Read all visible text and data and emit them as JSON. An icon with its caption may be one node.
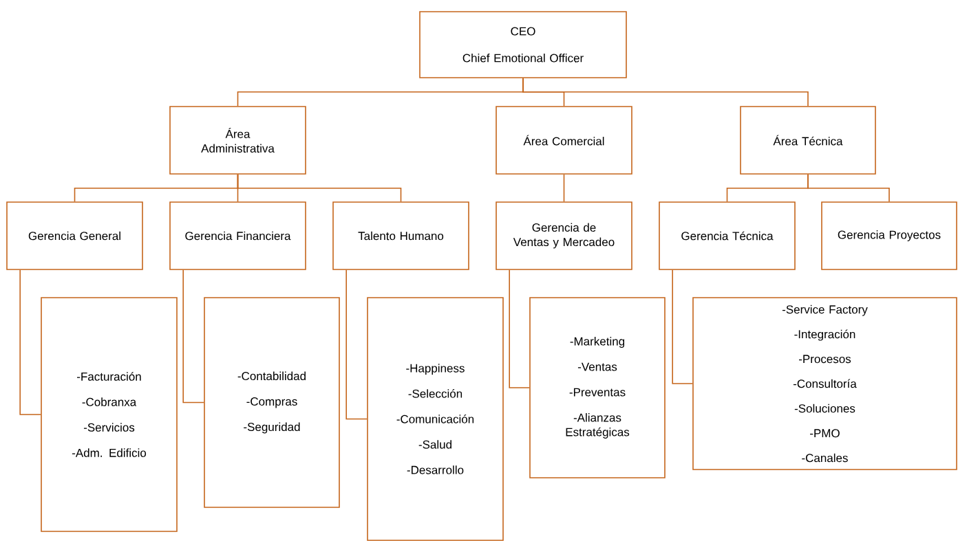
{
  "diagram": {
    "nodes": [
      {
        "text": [
          "CEO",
          "Chief Emotional Officer"
        ]
      },
      {
        "text": [
          "Área Administrativa"
        ]
      },
      {
        "text": [
          "Área Comercial"
        ]
      },
      {
        "text": [
          "Área Técnica"
        ]
      },
      {
        "text": [
          "Gerencia General"
        ]
      },
      {
        "text": [
          "Gerencia Financiera"
        ]
      },
      {
        "text": [
          "Talento Humano"
        ]
      },
      {
        "text": [
          "Gerencia de Ventas y Mercadeo"
        ]
      },
      {
        "text": [
          "Gerencia Técnica"
        ]
      },
      {
        "text": [
          "Gerencia Proyectos"
        ]
      },
      {
        "text": [
          "-Facturación",
          "-Cobranxa",
          "-Servicios",
          "-Adm. Edificio"
        ]
      },
      {
        "text": [
          "-Contabilidad",
          "-Compras",
          "-Seguridad"
        ]
      },
      {
        "text": [
          "-Happiness",
          "-Selección",
          "-Comunicación",
          "-Salud",
          "-Desarrollo"
        ]
      },
      {
        "text": [
          "-Marketing",
          "-Ventas",
          "-Preventas",
          "-Alianzas Estratégicas"
        ]
      },
      {
        "text": [
          "-Service Factory",
          "-Integración",
          "-Procesos",
          "-Consultoría",
          "-Soluciones",
          "-PMO",
          "-Canales"
        ]
      }
    ],
    "edges": [
      {
        "from": 0,
        "to": 1,
        "arrow": "none"
      },
      {
        "from": 0,
        "to": 2,
        "arrow": "none"
      },
      {
        "from": 0,
        "to": 3,
        "arrow": "none"
      },
      {
        "from": 1,
        "to": 4,
        "arrow": "none"
      },
      {
        "from": 1,
        "to": 5,
        "arrow": "none"
      },
      {
        "from": 1,
        "to": 6,
        "arrow": "none"
      },
      {
        "from": 2,
        "to": 7,
        "arrow": "none"
      },
      {
        "from": 3,
        "to": 8,
        "arrow": "none"
      },
      {
        "from": 3,
        "to": 9,
        "arrow": "none"
      },
      {
        "from": 4,
        "to": 10,
        "arrow": "none"
      },
      {
        "from": 5,
        "to": 11,
        "arrow": "none"
      },
      {
        "from": 6,
        "to": 12,
        "arrow": "none"
      },
      {
        "from": 7,
        "to": 13,
        "arrow": "none"
      },
      {
        "from": 8,
        "to": 14,
        "arrow": "none"
      }
    ]
  }
}
